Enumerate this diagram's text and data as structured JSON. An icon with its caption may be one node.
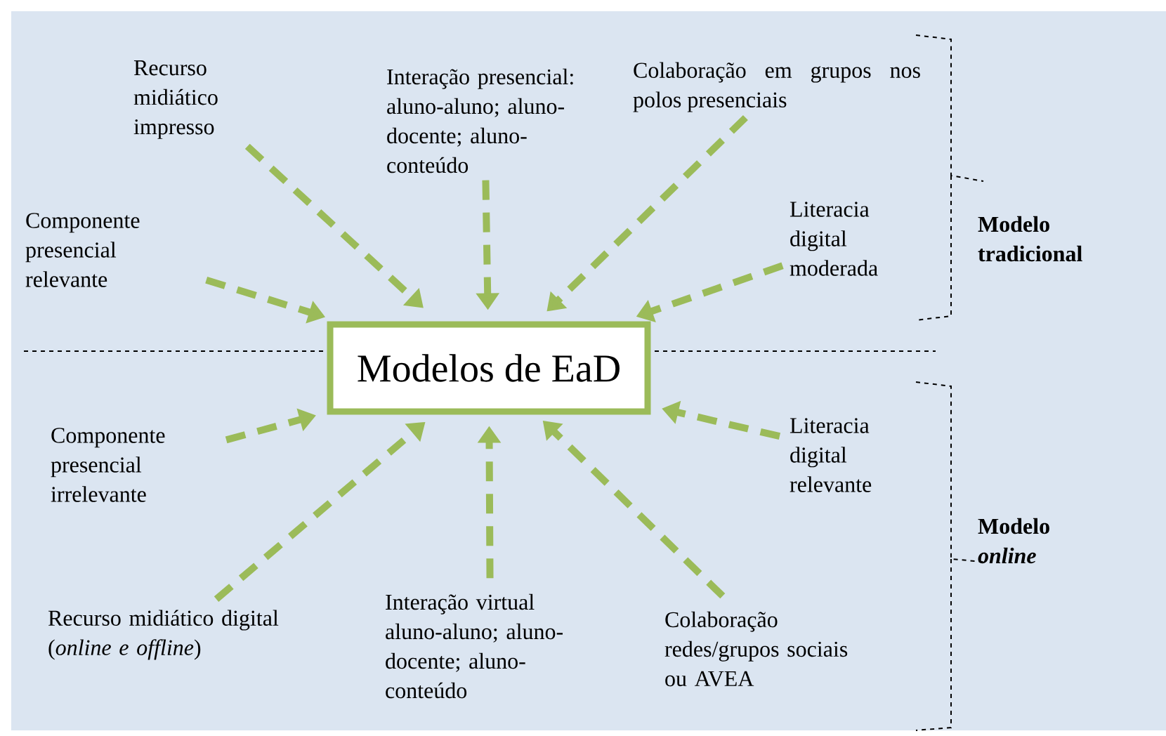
{
  "diagram": {
    "nodes": [
      {
        "text": [
          "Modelos de EaD"
        ]
      },
      {
        "text": [
          "Recurso midiático impresso"
        ]
      },
      {
        "text": [
          "Interação presencial: aluno-aluno; aluno-docente; aluno-conteúdo"
        ]
      },
      {
        "text": [
          "Colaboração em grupos nos polos presenciais"
        ]
      },
      {
        "text": [
          "Literacia digital moderada"
        ]
      },
      {
        "text": [
          "Componente presencial relevante"
        ]
      },
      {
        "text": [
          "Componente presencial irrelevante"
        ]
      },
      {
        "text": [
          "Recurso midiático digital (*online e offline*)"
        ]
      },
      {
        "text": [
          "Interação virtual aluno-aluno; aluno-docente; aluno-conteúdo"
        ]
      },
      {
        "text": [
          "Colaboração redes/grupos sociais ou AVEA"
        ]
      },
      {
        "text": [
          "Literacia digital relevante"
        ]
      }
    ],
    "edges": [
      {
        "from": 1,
        "to": 0,
        "arrow": "to",
        "style": "dashed"
      },
      {
        "from": 2,
        "to": 0,
        "arrow": "to",
        "style": "dashed"
      },
      {
        "from": 3,
        "to": 0,
        "arrow": "to",
        "style": "dashed"
      },
      {
        "from": 4,
        "to": 0,
        "arrow": "to",
        "style": "dashed"
      },
      {
        "from": 5,
        "to": 0,
        "arrow": "to",
        "style": "dashed"
      },
      {
        "from": 6,
        "to": 0,
        "arrow": "to",
        "style": "dashed"
      },
      {
        "from": 7,
        "to": 0,
        "arrow": "to",
        "style": "dashed"
      },
      {
        "from": 8,
        "to": 0,
        "arrow": "to",
        "style": "dashed"
      },
      {
        "from": 9,
        "to": 0,
        "arrow": "to",
        "style": "dashed"
      },
      {
        "from": 10,
        "to": 0,
        "arrow": "to",
        "style": "dashed"
      }
    ],
    "labels": [
      "Modelo tradicional",
      "Modelo *online*"
    ]
  }
}
